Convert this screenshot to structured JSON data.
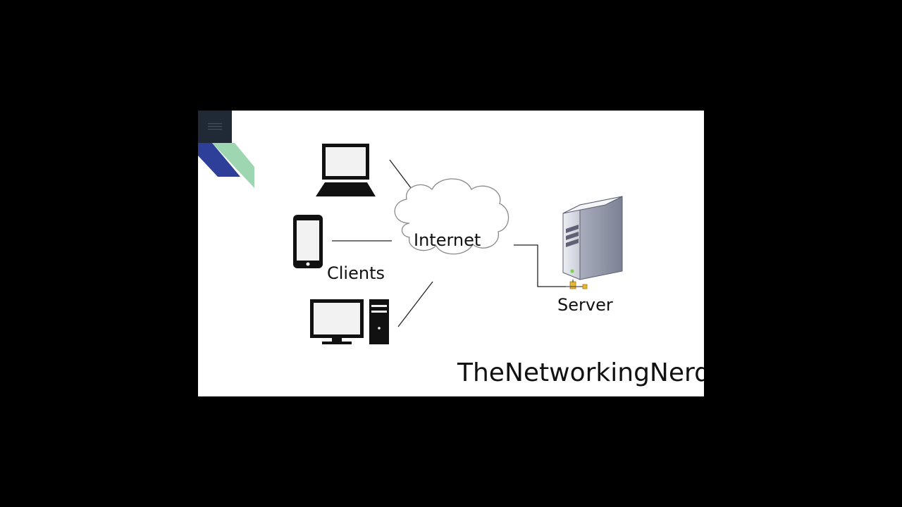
{
  "diagram": {
    "internet_label": "Internet",
    "clients_label": "Clients",
    "server_label": "Server",
    "brand": "TheNetworkingNerd",
    "nodes": [
      {
        "name": "laptop",
        "icon": "laptop-icon"
      },
      {
        "name": "smartphone",
        "icon": "smartphone-icon"
      },
      {
        "name": "desktop",
        "icon": "desktop-computer-icon"
      },
      {
        "name": "internet",
        "icon": "cloud-icon"
      },
      {
        "name": "server",
        "icon": "server-tower-icon"
      }
    ],
    "edges": [
      {
        "from": "laptop",
        "to": "internet"
      },
      {
        "from": "smartphone",
        "to": "internet"
      },
      {
        "from": "desktop",
        "to": "internet"
      },
      {
        "from": "internet",
        "to": "server"
      }
    ]
  },
  "player": {
    "menu_icon": "menu-icon"
  },
  "colors": {
    "background": "#000000",
    "slide": "#ffffff",
    "corner_blue": "#2e3f9a",
    "corner_green": "#9fd6b2",
    "menu_box": "#1f2a36"
  }
}
